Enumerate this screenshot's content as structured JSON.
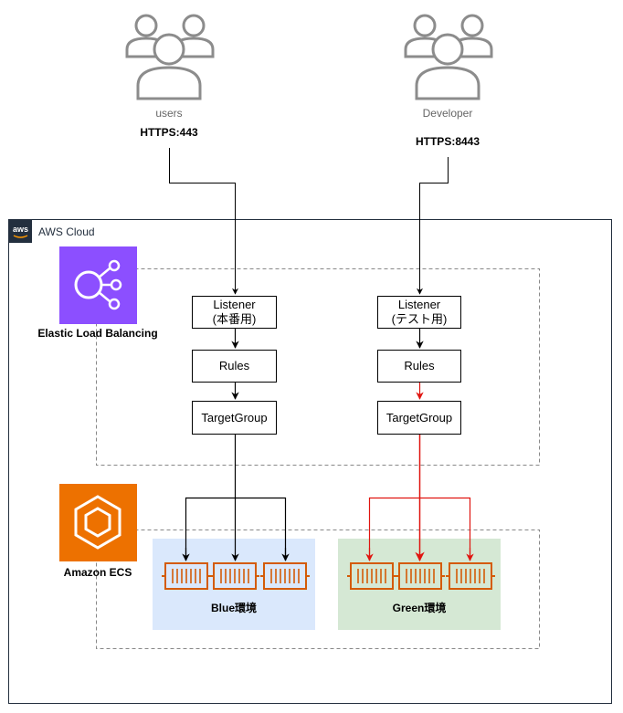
{
  "users": {
    "label": "users",
    "protocol": "HTTPS:443",
    "icon": "users-group-icon"
  },
  "developer": {
    "label": "Developer",
    "protocol": "HTTPS:8443",
    "icon": "users-group-icon"
  },
  "cloud": {
    "title": "AWS Cloud",
    "badge": "aws"
  },
  "elb": {
    "label": "Elastic Load Balancing",
    "icon": "load-balancer-icon",
    "color": "#8C4FFF"
  },
  "ecs": {
    "label": "Amazon ECS",
    "icon": "ecs-icon",
    "color": "#ED7100"
  },
  "blue_path": {
    "listener_line1": "Listener",
    "listener_line2": "(本番用)",
    "rules": "Rules",
    "target_group": "TargetGroup"
  },
  "green_path": {
    "listener_line1": "Listener",
    "listener_line2": "(テスト用)",
    "rules": "Rules",
    "target_group": "TargetGroup"
  },
  "environments": {
    "blue": {
      "label": "Blue環境",
      "color": "#DAE8FC"
    },
    "green": {
      "label": "Green環境",
      "color": "#D5E8D4"
    }
  },
  "colors": {
    "arrow_default": "#000000",
    "arrow_test": "#E0140F",
    "container": "#D45B07"
  }
}
